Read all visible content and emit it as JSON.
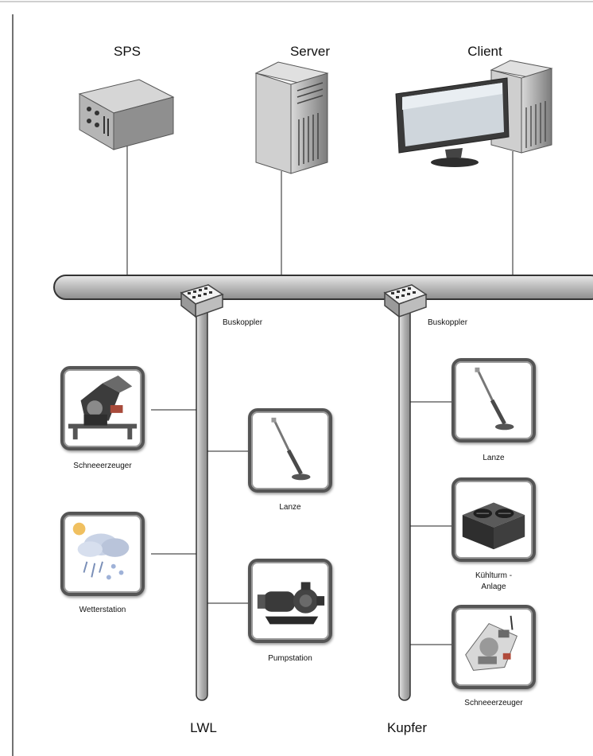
{
  "nodes": {
    "sps": "SPS",
    "server": "Server",
    "client": "Client"
  },
  "couplers": {
    "left": "Buskoppler",
    "right": "Buskoppler"
  },
  "left_branch": {
    "medium": "LWL",
    "devices": [
      "Schneeerzeuger",
      "Wetterstation",
      "Lanze",
      "Pumpstation"
    ]
  },
  "right_branch": {
    "medium": "Kupfer",
    "devices": [
      "Lanze",
      "Kühlturm -",
      "Anlage",
      "Schneeerzeuger"
    ]
  }
}
